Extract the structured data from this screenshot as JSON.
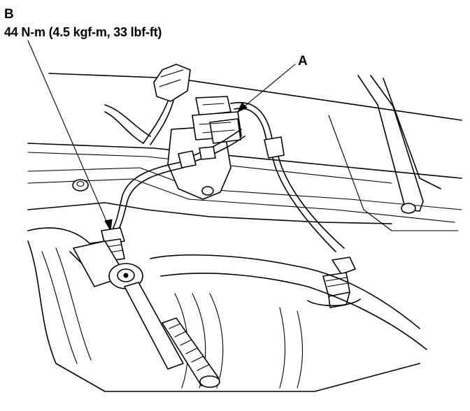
{
  "labels": {
    "b": "B",
    "torque": "44 N-m (4.5 kgf-m, 33 lbf-ft)",
    "a": "A"
  },
  "colors": {
    "line": "#000000",
    "background": "#ffffff"
  }
}
